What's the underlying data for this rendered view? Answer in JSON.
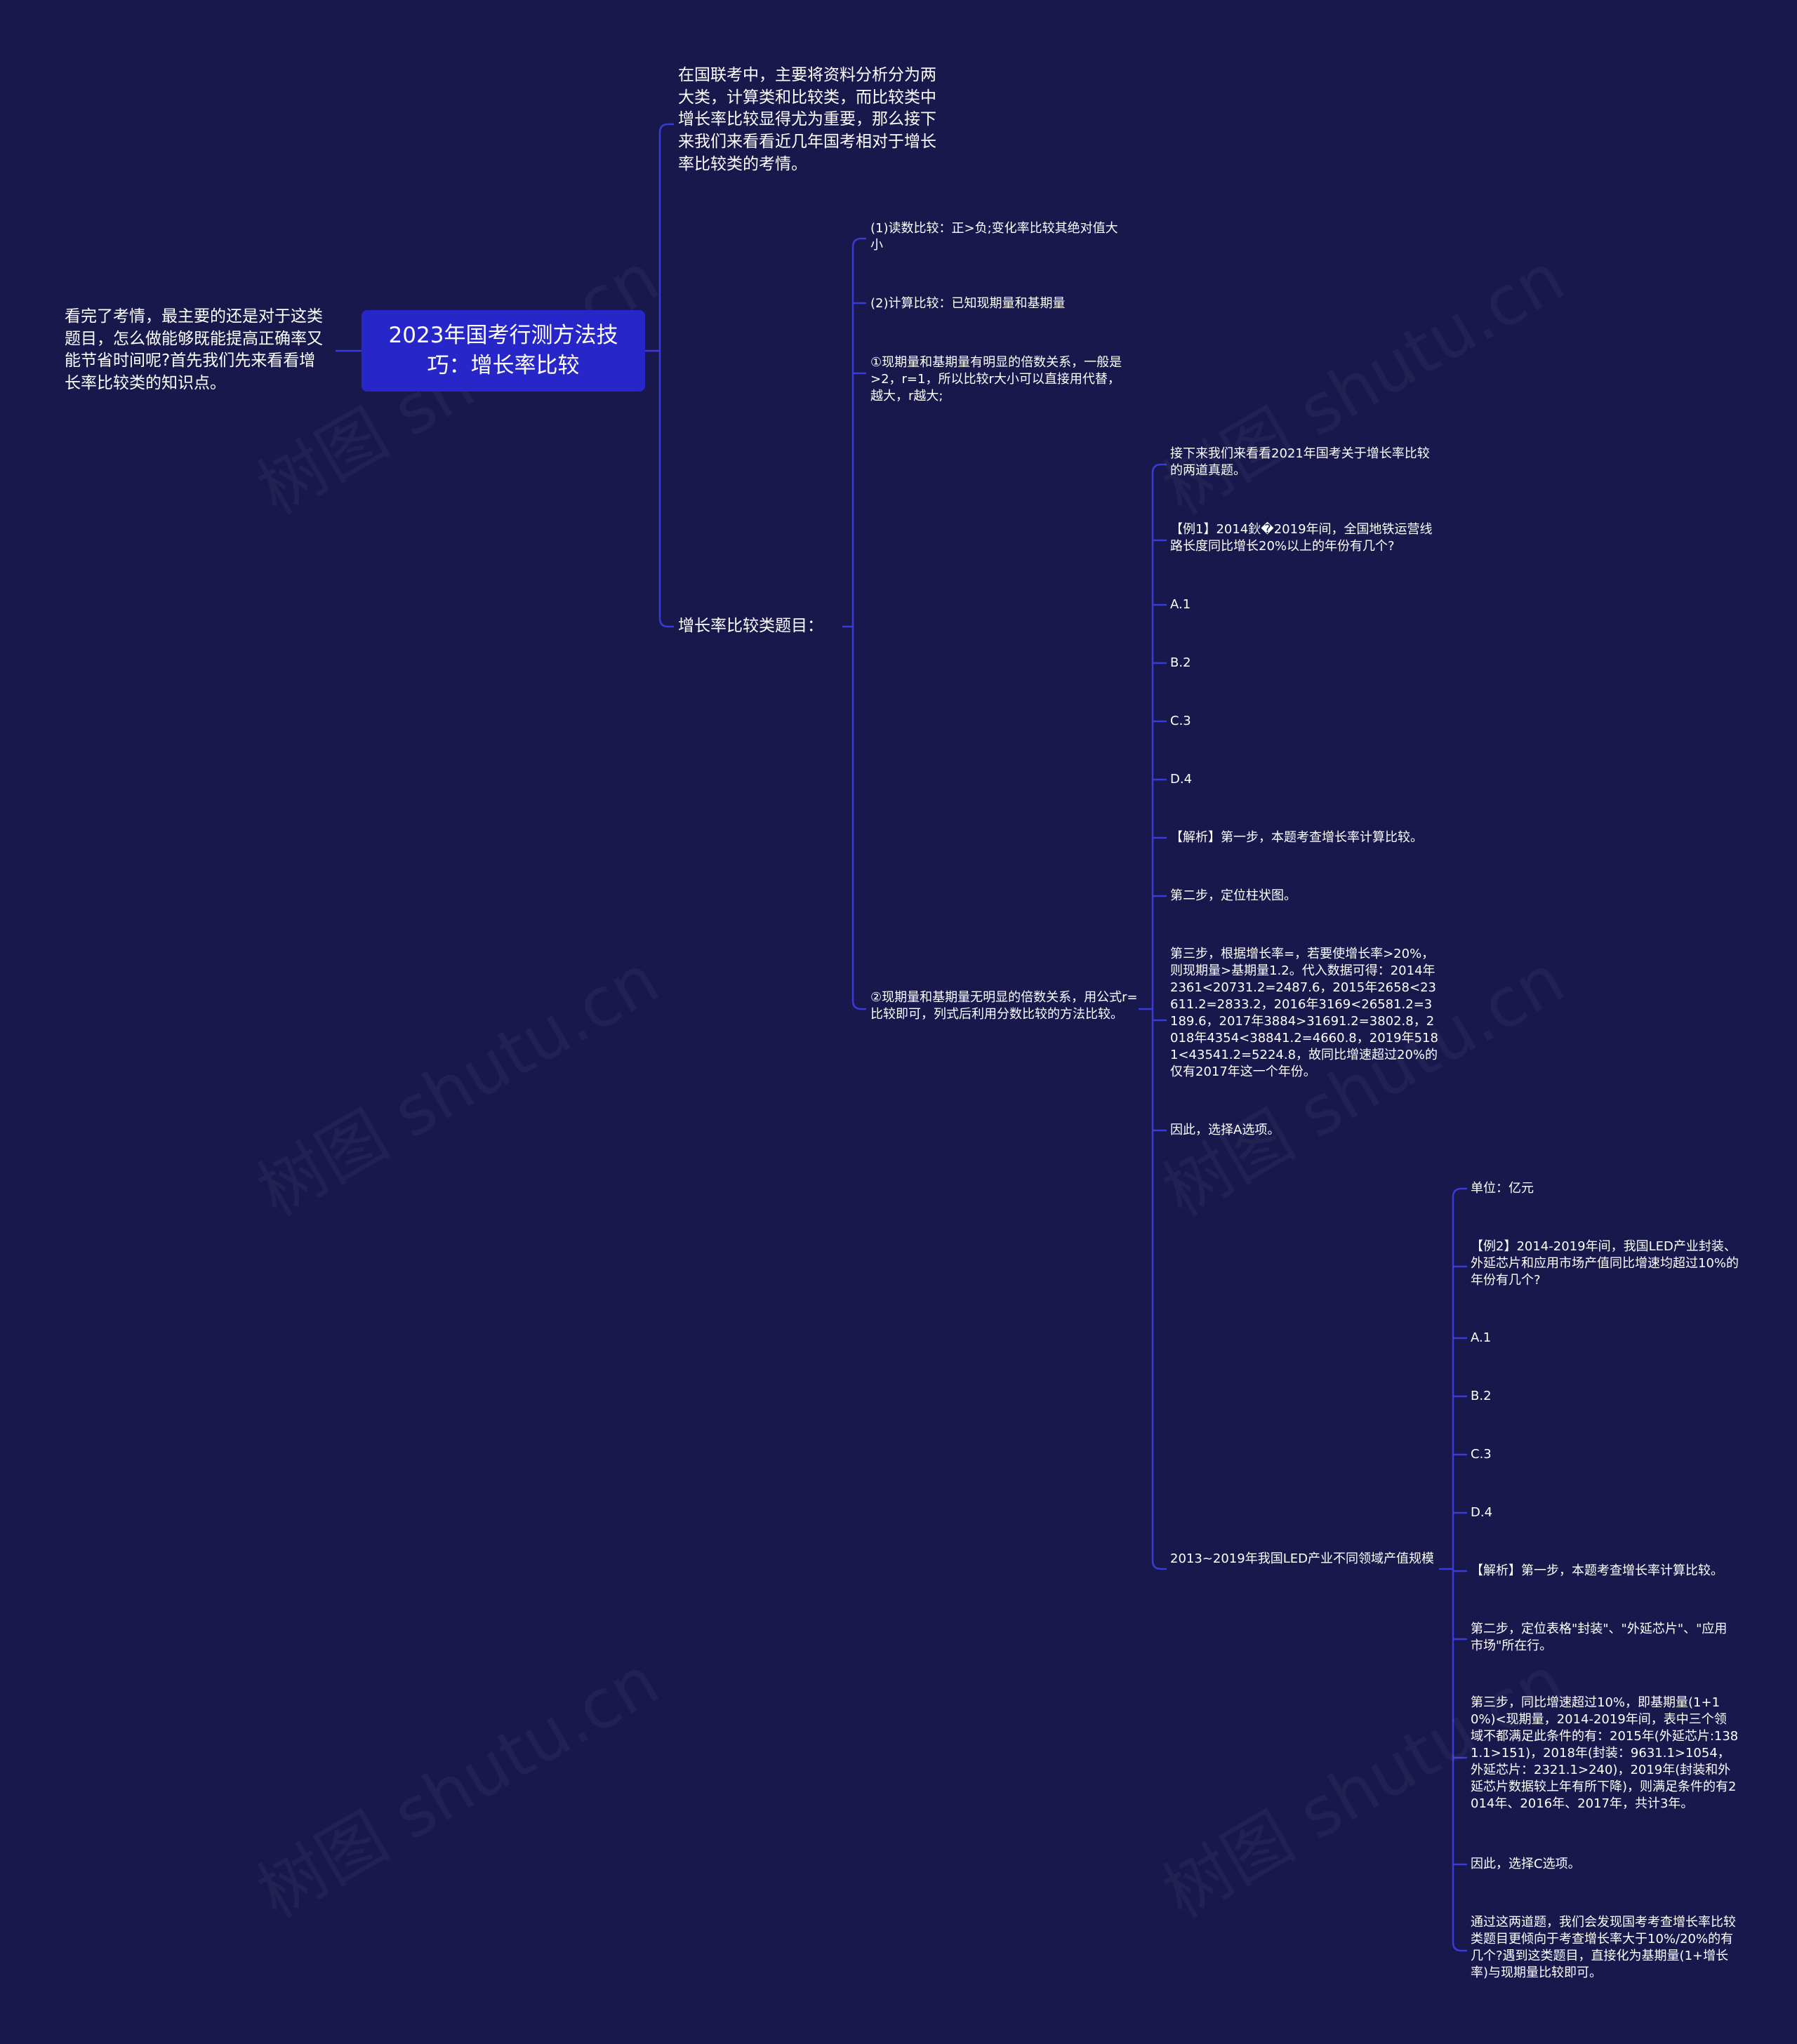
{
  "root": {
    "title": "2023年国考行测方法技巧：增长率比较"
  },
  "left_note": "看完了考情，最主要的还是对于这类题目，怎么做能够既能提高正确率又能节省时间呢?首先我们先来看看增长率比较类的知识点。",
  "intro": "在国联考中，主要将资料分析分为两大类，计算类和比较类，而比较类中增长率比较显得尤为重要，那么接下来我们来看看近几年国考相对于增长率比较类的考情。",
  "category": {
    "label": "增长率比较类题目：",
    "items": [
      "(1)读数比较：正>负;变化率比较其绝对值大小",
      "(2)计算比较：已知现期量和基期量",
      "①现期量和基期量有明显的倍数关系，一般是>2，r=1，所以比较r大小可以直接用代替，越大，r越大;",
      "②现期量和基期量无明显的倍数关系，用公式r=比较即可，列式后利用分数比较的方法比较。"
    ]
  },
  "example1": {
    "steps": [
      "接下来我们来看看2021年国考关于增长率比较的两道真题。",
      "【例1】2014鈥�2019年间，全国地铁运营线路长度同比增长20%以上的年份有几个?",
      "A.1",
      "B.2",
      "C.3",
      "D.4",
      "【解析】第一步，本题考查增长率计算比较。",
      "第二步，定位柱状图。",
      "第三步，根据增长率=，若要使增长率>20%，则现期量>基期量1.2。代入数据可得：2014年2361<20731.2=2487.6，2015年2658<23611.2=2833.2，2016年3169<26581.2=3189.6，2017年3884>31691.2=3802.8，2018年4354<38841.2=4660.8，2019年5181<43541.2=5224.8，故同比增速超过20%的仅有2017年这一个年份。",
      "因此，选择A选项。",
      "2013~2019年我国LED产业不同领域产值规模"
    ]
  },
  "example2": {
    "steps": [
      "单位：亿元",
      "【例2】2014-2019年间，我国LED产业封装、外延芯片和应用市场产值同比增速均超过10%的年份有几个?",
      "A.1",
      "B.2",
      "C.3",
      "D.4",
      "【解析】第一步，本题考查增长率计算比较。",
      "第二步，定位表格\"封装\"、\"外延芯片\"、\"应用市场\"所在行。",
      "第三步，同比增速超过10%，即基期量(1+10%)<现期量，2014-2019年间，表中三个领域不都满足此条件的有：2015年(外延芯片:1381.1>151)，2018年(封装：9631.1>1054，外延芯片：2321.1>240)，2019年(封装和外延芯片数据较上年有所下降)，则满足条件的有2014年、2016年、2017年，共计3年。",
      "因此，选择C选项。",
      "通过这两道题，我们会发现国考考查增长率比较类题目更倾向于考查增长率大于10%/20%的有几个?遇到这类题目，直接化为基期量(1+增长率)与现期量比较即可。"
    ]
  },
  "watermark": "树图 shutu.cn",
  "colors": {
    "background": "#18184d",
    "root": "#2727c9",
    "line": "#3a3ad6",
    "text": "#ffffff"
  }
}
